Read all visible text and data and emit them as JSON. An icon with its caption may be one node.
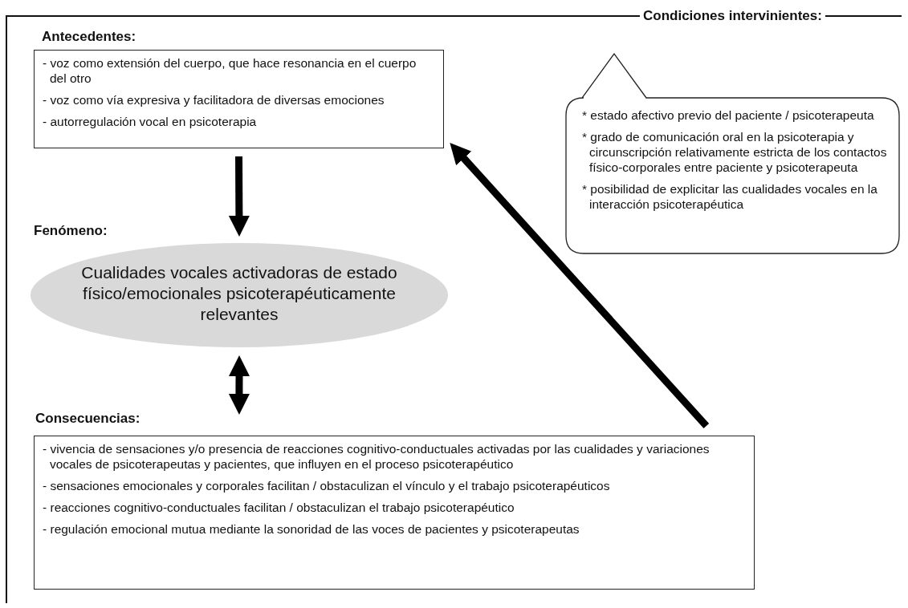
{
  "diagram": {
    "nodes": [
      {
        "text": [
          "Antecedentes:",
          "- voz como extensión del cuerpo, que hace resonancia en el cuerpo del otro",
          "- voz como vía expresiva y facilitadora de diversas emociones",
          "- autorregulación vocal en psicoterapia"
        ]
      },
      {
        "text": [
          "Condiciones intervinientes:",
          "* estado afectivo previo del paciente / psicoterapeuta",
          "* grado de comunicación oral en la psicoterapia y circunscripción relativamente estricta de los contactos físico-corporales entre paciente y psicoterapeuta",
          "* posibilidad de explicitar las cualidades vocales en la interacción psicoterapéutica"
        ]
      },
      {
        "text": [
          "Fenómeno:",
          "Cualidades vocales activadoras de estado físico/emocionales psicoterapéuticamente relevantes"
        ]
      },
      {
        "text": [
          "Consecuencias:",
          "- vivencia de sensaciones y/o presencia de reacciones cognitivo-conductuales activadas por las cualidades y variaciones vocales de psicoterapeutas y pacientes, que influyen en el proceso psicoterapéutico",
          "- sensaciones emocionales y corporales facilitan / obstaculizan el vínculo y el trabajo psicoterapéuticos",
          "- reacciones cognitivo-conductuales facilitan / obstaculizan el trabajo psicoterapéutico",
          "- regulación emocional mutua mediante la sonoridad de las voces de pacientes y psicoterapeutas"
        ]
      }
    ],
    "edges": [
      {
        "from": 0,
        "to": 2,
        "arrow": "to"
      },
      {
        "from": 2,
        "to": 3,
        "arrow": "both"
      },
      {
        "from": 3,
        "to": 0,
        "arrow": "to"
      }
    ]
  }
}
